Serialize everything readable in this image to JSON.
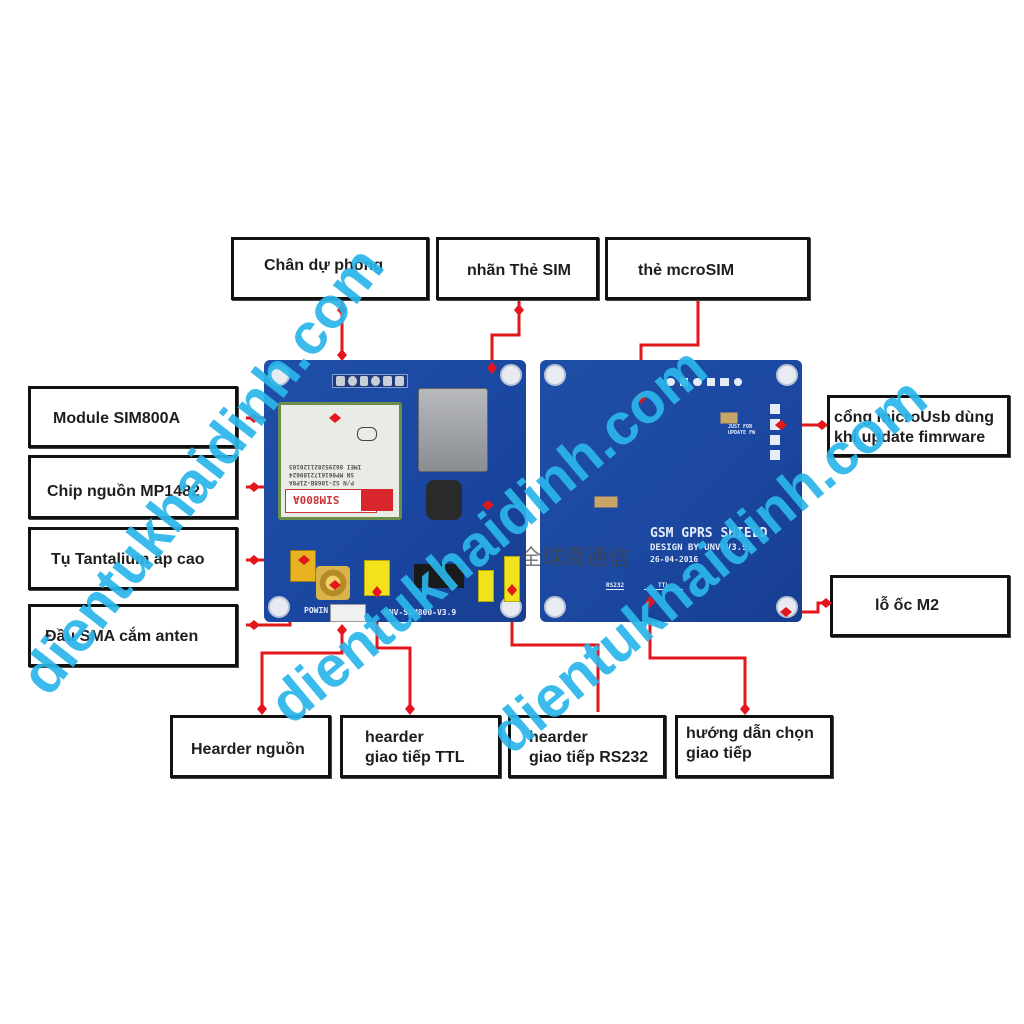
{
  "labels": {
    "chan_du_phong": "Chân dự phòng",
    "nhan_the_sim": "nhãn Thẻ SIM",
    "the_microsim": "thẻ mcroSIM",
    "module_sim800a": "Module SIM800A",
    "chip_nguon": "Chip nguồn MP1482",
    "tu_tantalium": "Tụ Tantalium áp cao",
    "dau_sma": "Đầu SMA cắm anten",
    "header_nguon": "Hearder nguồn",
    "header_ttl": "hearder\ngiao tiếp TTL",
    "header_rs232": "hearder\ngiao tiếp RS232",
    "huong_dan": "hướng dẫn chọn\ngiao tiếp",
    "cong_microusb": "cổng microUsb dùng\nkhi update fimrware",
    "lo_oc_m2": "lỗ ốc M2"
  },
  "pcb_front": {
    "module_label": "SIM800A",
    "module_lines": [
      "IMEI 862952021120103",
      "SN MP0616172180624",
      "P/N S2-1068B-Z1P0A"
    ],
    "board_label": "UNV-SIM800-V3.9",
    "pow_label": "POWIN"
  },
  "pcb_back": {
    "title": "GSM GPRS SHIELD",
    "design": "DESIGN BY UNV-V3.91",
    "date": "26-04-2016",
    "rs232": "RS232",
    "ttl": "TTL",
    "update_note": "JUST FOR\nUPDATE FW"
  },
  "chinese_text": "全球鹰通信",
  "watermark": "dientukhaidinh.com",
  "colors": {
    "connector_line": "#e3161b",
    "watermark": "#2bb6ea",
    "pcb_blue": "#1b47a0"
  }
}
